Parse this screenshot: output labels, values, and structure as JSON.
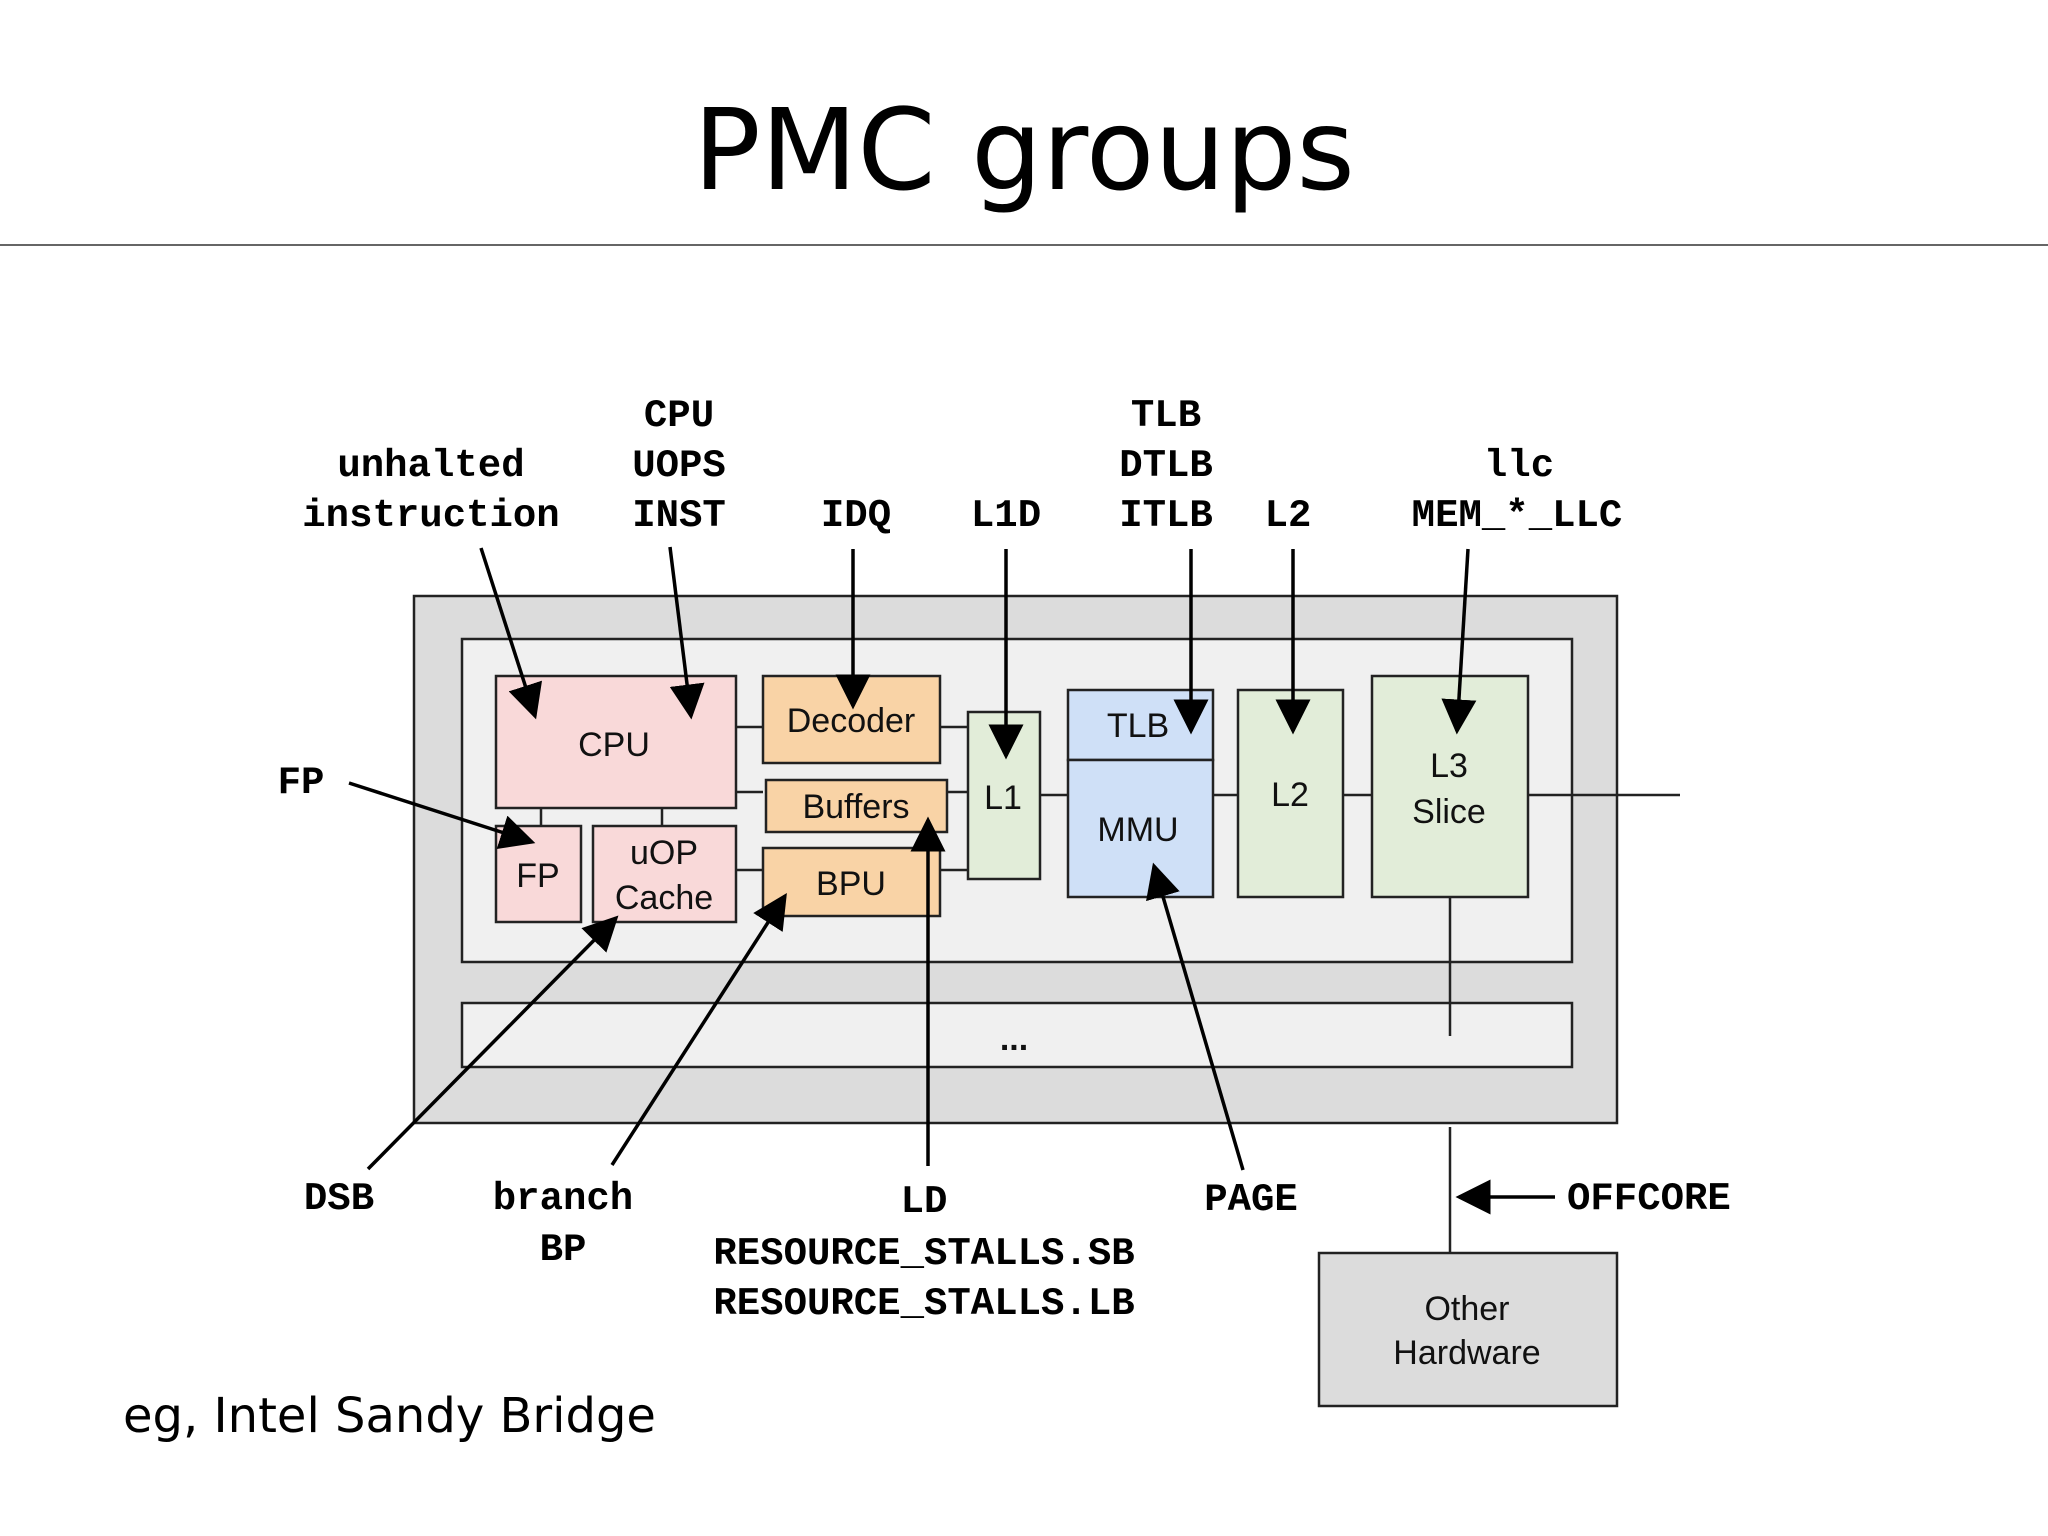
{
  "slide": {
    "title": "PMC groups",
    "caption": "eg, Intel Sandy Bridge"
  },
  "boxes": {
    "cpu": "CPU",
    "fp": "FP",
    "uop_line1": "uOP",
    "uop_line2": "Cache",
    "decoder": "Decoder",
    "buffers": "Buffers",
    "bpu": "BPU",
    "l1": "L1",
    "tlb": "TLB",
    "mmu": "MMU",
    "l2": "L2",
    "l3_line1": "L3",
    "l3_line2": "Slice",
    "ellipsis": "...",
    "other_line1": "Other",
    "other_line2": "Hardware"
  },
  "labels": {
    "unhalted": "unhalted",
    "instruction": "instruction",
    "cpu": "CPU",
    "uops": "UOPS",
    "inst": "INST",
    "idq": "IDQ",
    "l1d": "L1D",
    "tlb": "TLB",
    "dtlb": "DTLB",
    "itlb": "ITLB",
    "l2": "L2",
    "llc": "llc",
    "mem_llc": "MEM_*_LLC",
    "fp": "FP",
    "dsb": "DSB",
    "branch": "branch",
    "bp": "BP",
    "ld": "LD",
    "stalls_sb": "RESOURCE_STALLS.SB",
    "stalls_lb": "RESOURCE_STALLS.LB",
    "page": "PAGE",
    "offcore": "OFFCORE"
  },
  "colors": {
    "cpu_fill": "#f9d9d9",
    "frontend_fill": "#f9d3a6",
    "cache_fill": "#e2edd9",
    "tlb_fill": "#cfe0f7",
    "outer_fill": "#dcdcdc",
    "inner_fill": "#f0f0f0"
  }
}
